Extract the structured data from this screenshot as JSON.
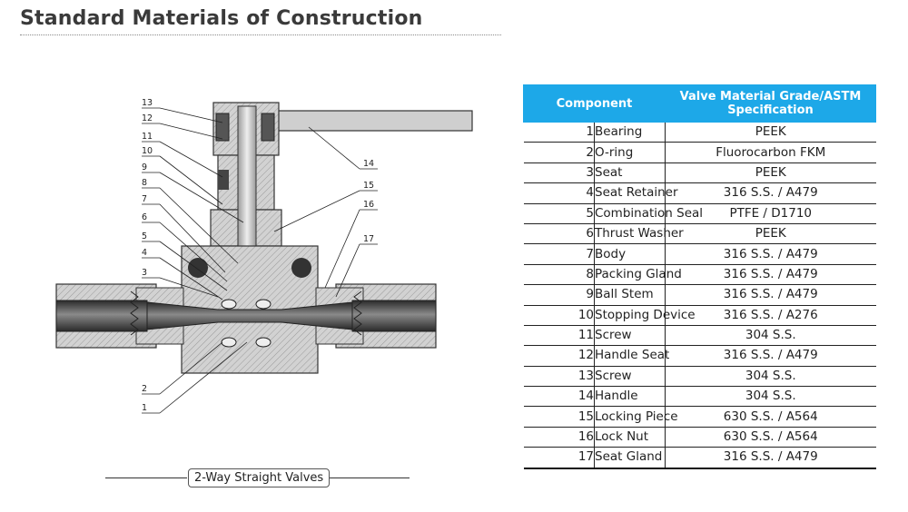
{
  "title": "Standard Materials of Construction",
  "caption": "2-Way Straight Valves",
  "table": {
    "headers": [
      "Component",
      "Valve Material Grade/ASTM Specification"
    ],
    "rows": [
      {
        "no": "1",
        "component": "Bearing",
        "spec": "PEEK"
      },
      {
        "no": "2",
        "component": "O-ring",
        "spec": "Fluorocarbon FKM"
      },
      {
        "no": "3",
        "component": "Seat",
        "spec": "PEEK"
      },
      {
        "no": "4",
        "component": "Seat Retainer",
        "spec": "316 S.S. / A479"
      },
      {
        "no": "5",
        "component": "Combination Seal",
        "spec": "PTFE / D1710"
      },
      {
        "no": "6",
        "component": "Thrust Washer",
        "spec": "PEEK"
      },
      {
        "no": "7",
        "component": "Body",
        "spec": "316 S.S. / A479"
      },
      {
        "no": "8",
        "component": "Packing Gland",
        "spec": "316 S.S. / A479"
      },
      {
        "no": "9",
        "component": "Ball Stem",
        "spec": "316 S.S. / A479"
      },
      {
        "no": "10",
        "component": "Stopping Device",
        "spec": "316 S.S. / A276"
      },
      {
        "no": "11",
        "component": "Screw",
        "spec": "304 S.S."
      },
      {
        "no": "12",
        "component": "Handle Seat",
        "spec": "316 S.S. / A479"
      },
      {
        "no": "13",
        "component": "Screw",
        "spec": "304 S.S."
      },
      {
        "no": "14",
        "component": "Handle",
        "spec": "304 S.S."
      },
      {
        "no": "15",
        "component": "Locking Piece",
        "spec": "630 S.S. / A564"
      },
      {
        "no": "16",
        "component": "Lock Nut",
        "spec": "630 S.S. / A564"
      },
      {
        "no": "17",
        "component": "Seat Gland",
        "spec": "316 S.S. / A479"
      }
    ]
  },
  "callouts": [
    "1",
    "2",
    "3",
    "4",
    "5",
    "6",
    "7",
    "8",
    "9",
    "10",
    "11",
    "12",
    "13",
    "14",
    "15",
    "16",
    "17"
  ],
  "colors": {
    "header": "#1da8e8",
    "metal": "#c9c9c9",
    "dark_metal": "#5a5a5a",
    "bore": "#3c3c3c"
  }
}
